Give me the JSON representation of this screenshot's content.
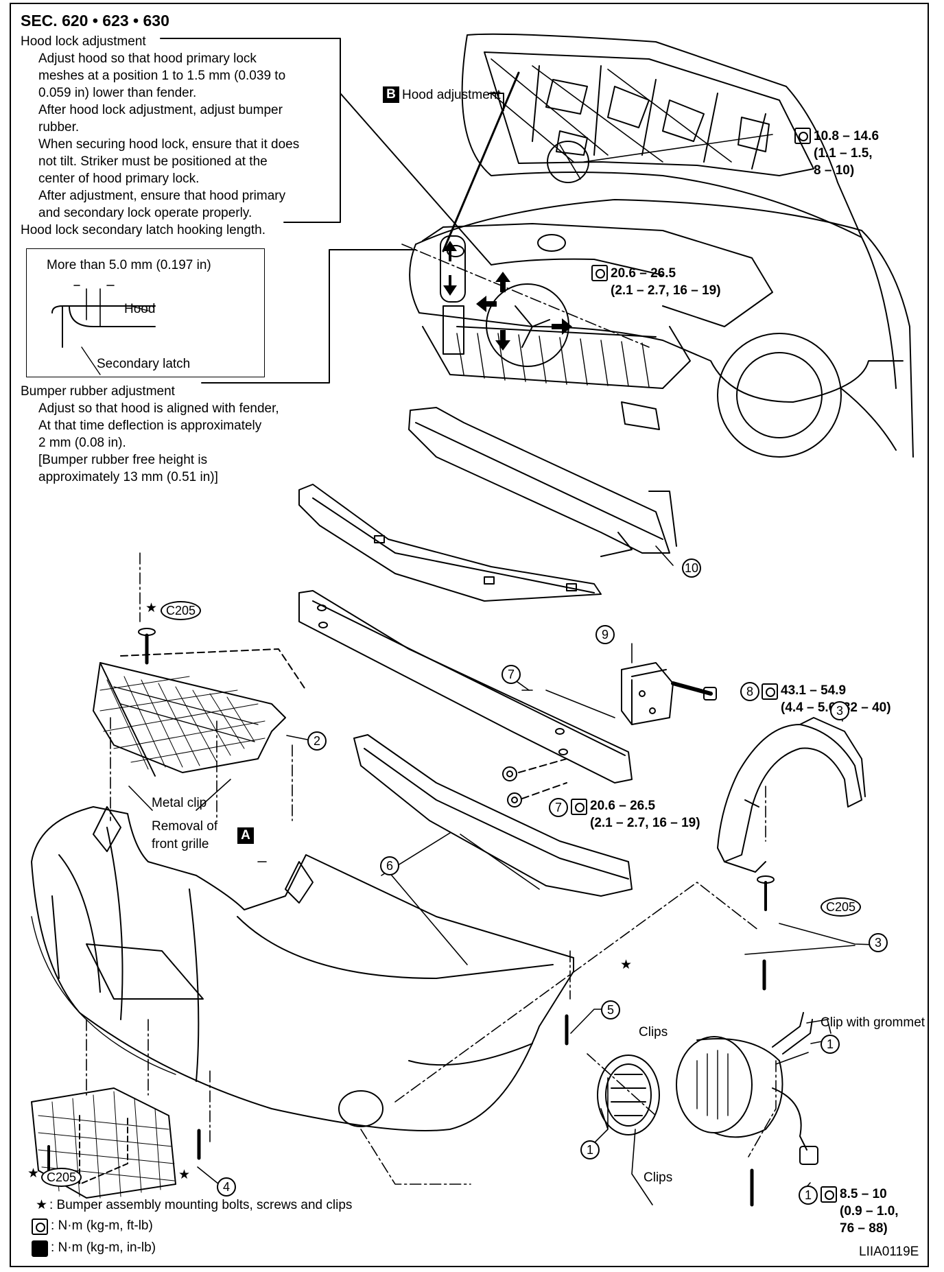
{
  "section": "SEC. 620 • 623 • 630",
  "hood_lock": {
    "title": "Hood lock adjustment",
    "lines": [
      "Adjust hood so that hood primary lock",
      "meshes at a position 1 to 1.5 mm (0.039 to",
      "0.059 in) lower than fender.",
      "After hood lock adjustment, adjust bumper",
      "rubber.",
      "When securing hood lock, ensure that it does",
      "not tilt. Striker must be positioned at the",
      "center of hood primary lock.",
      "After adjustment, ensure that hood primary",
      "and secondary lock operate properly."
    ],
    "secondary_title": "Hood lock secondary latch hooking length."
  },
  "latch_detail": {
    "dimension": "More than 5.0 mm (0.197 in)",
    "hood_label": "Hood",
    "latch_label": "Secondary latch"
  },
  "bumper_rubber": {
    "title": "Bumper rubber adjustment",
    "lines": [
      "Adjust so that hood is aligned with fender,",
      "At that time deflection is approximately",
      "2 mm (0.08 in).",
      "[Bumper rubber free height is",
      "approximately 13 mm (0.51 in)]"
    ]
  },
  "hood_adjustment": {
    "letter": "B",
    "label": "Hood adjustment"
  },
  "front_grille": {
    "letter": "A",
    "line1": "Removal of",
    "line2": "front grille"
  },
  "torques": {
    "hinge": [
      "10.8 – 14.6",
      "(1.1 – 1.5,",
      "8 – 10)"
    ],
    "lock": [
      "20.6 – 26.5",
      "(2.1 – 2.7, 16 – 19)"
    ],
    "bolt8": [
      "43.1 – 54.9",
      "(4.4 – 5.6, 32 – 40)"
    ],
    "nut7": [
      "20.6 – 26.5",
      "(2.1 – 2.7, 16 – 19)"
    ],
    "fog": [
      "8.5 – 10",
      "(0.9 – 1.0,",
      "76 – 88)"
    ]
  },
  "callouts": {
    "n1": "1",
    "n2": "2",
    "n3": "3",
    "n4": "4",
    "n5": "5",
    "n6": "6",
    "n7": "7",
    "n8": "8",
    "n9": "9",
    "n10": "10"
  },
  "clip_code": "C205",
  "star": "★",
  "labels": {
    "metal_clip": "Metal clip",
    "clips": "Clips",
    "clip_grommet": "Clip with grommet"
  },
  "legend": {
    "star_text": ": Bumper assembly mounting bolts, screws and clips",
    "torque_ft": ": N·m (kg-m, ft-lb)",
    "torque_in": ": N·m (kg-m, in-lb)"
  },
  "figure_id": "LIIA0119E"
}
